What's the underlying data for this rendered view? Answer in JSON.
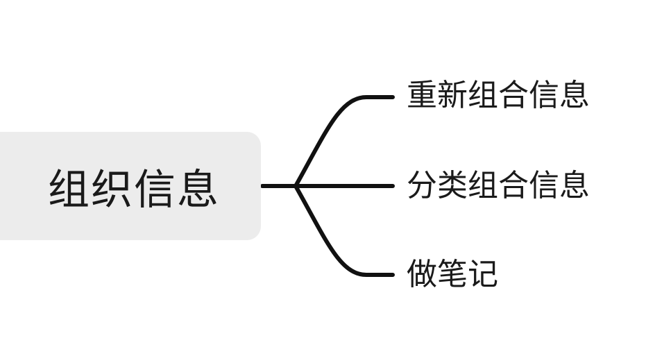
{
  "root": {
    "label": "组织信息"
  },
  "branches": [
    {
      "label": "重新组合信息"
    },
    {
      "label": "分类组合信息"
    },
    {
      "label": "做笔记"
    }
  ],
  "colors": {
    "background": "#ffffff",
    "root_fill": "#ececec",
    "line": "#111111",
    "text": "#1a1a1a"
  }
}
